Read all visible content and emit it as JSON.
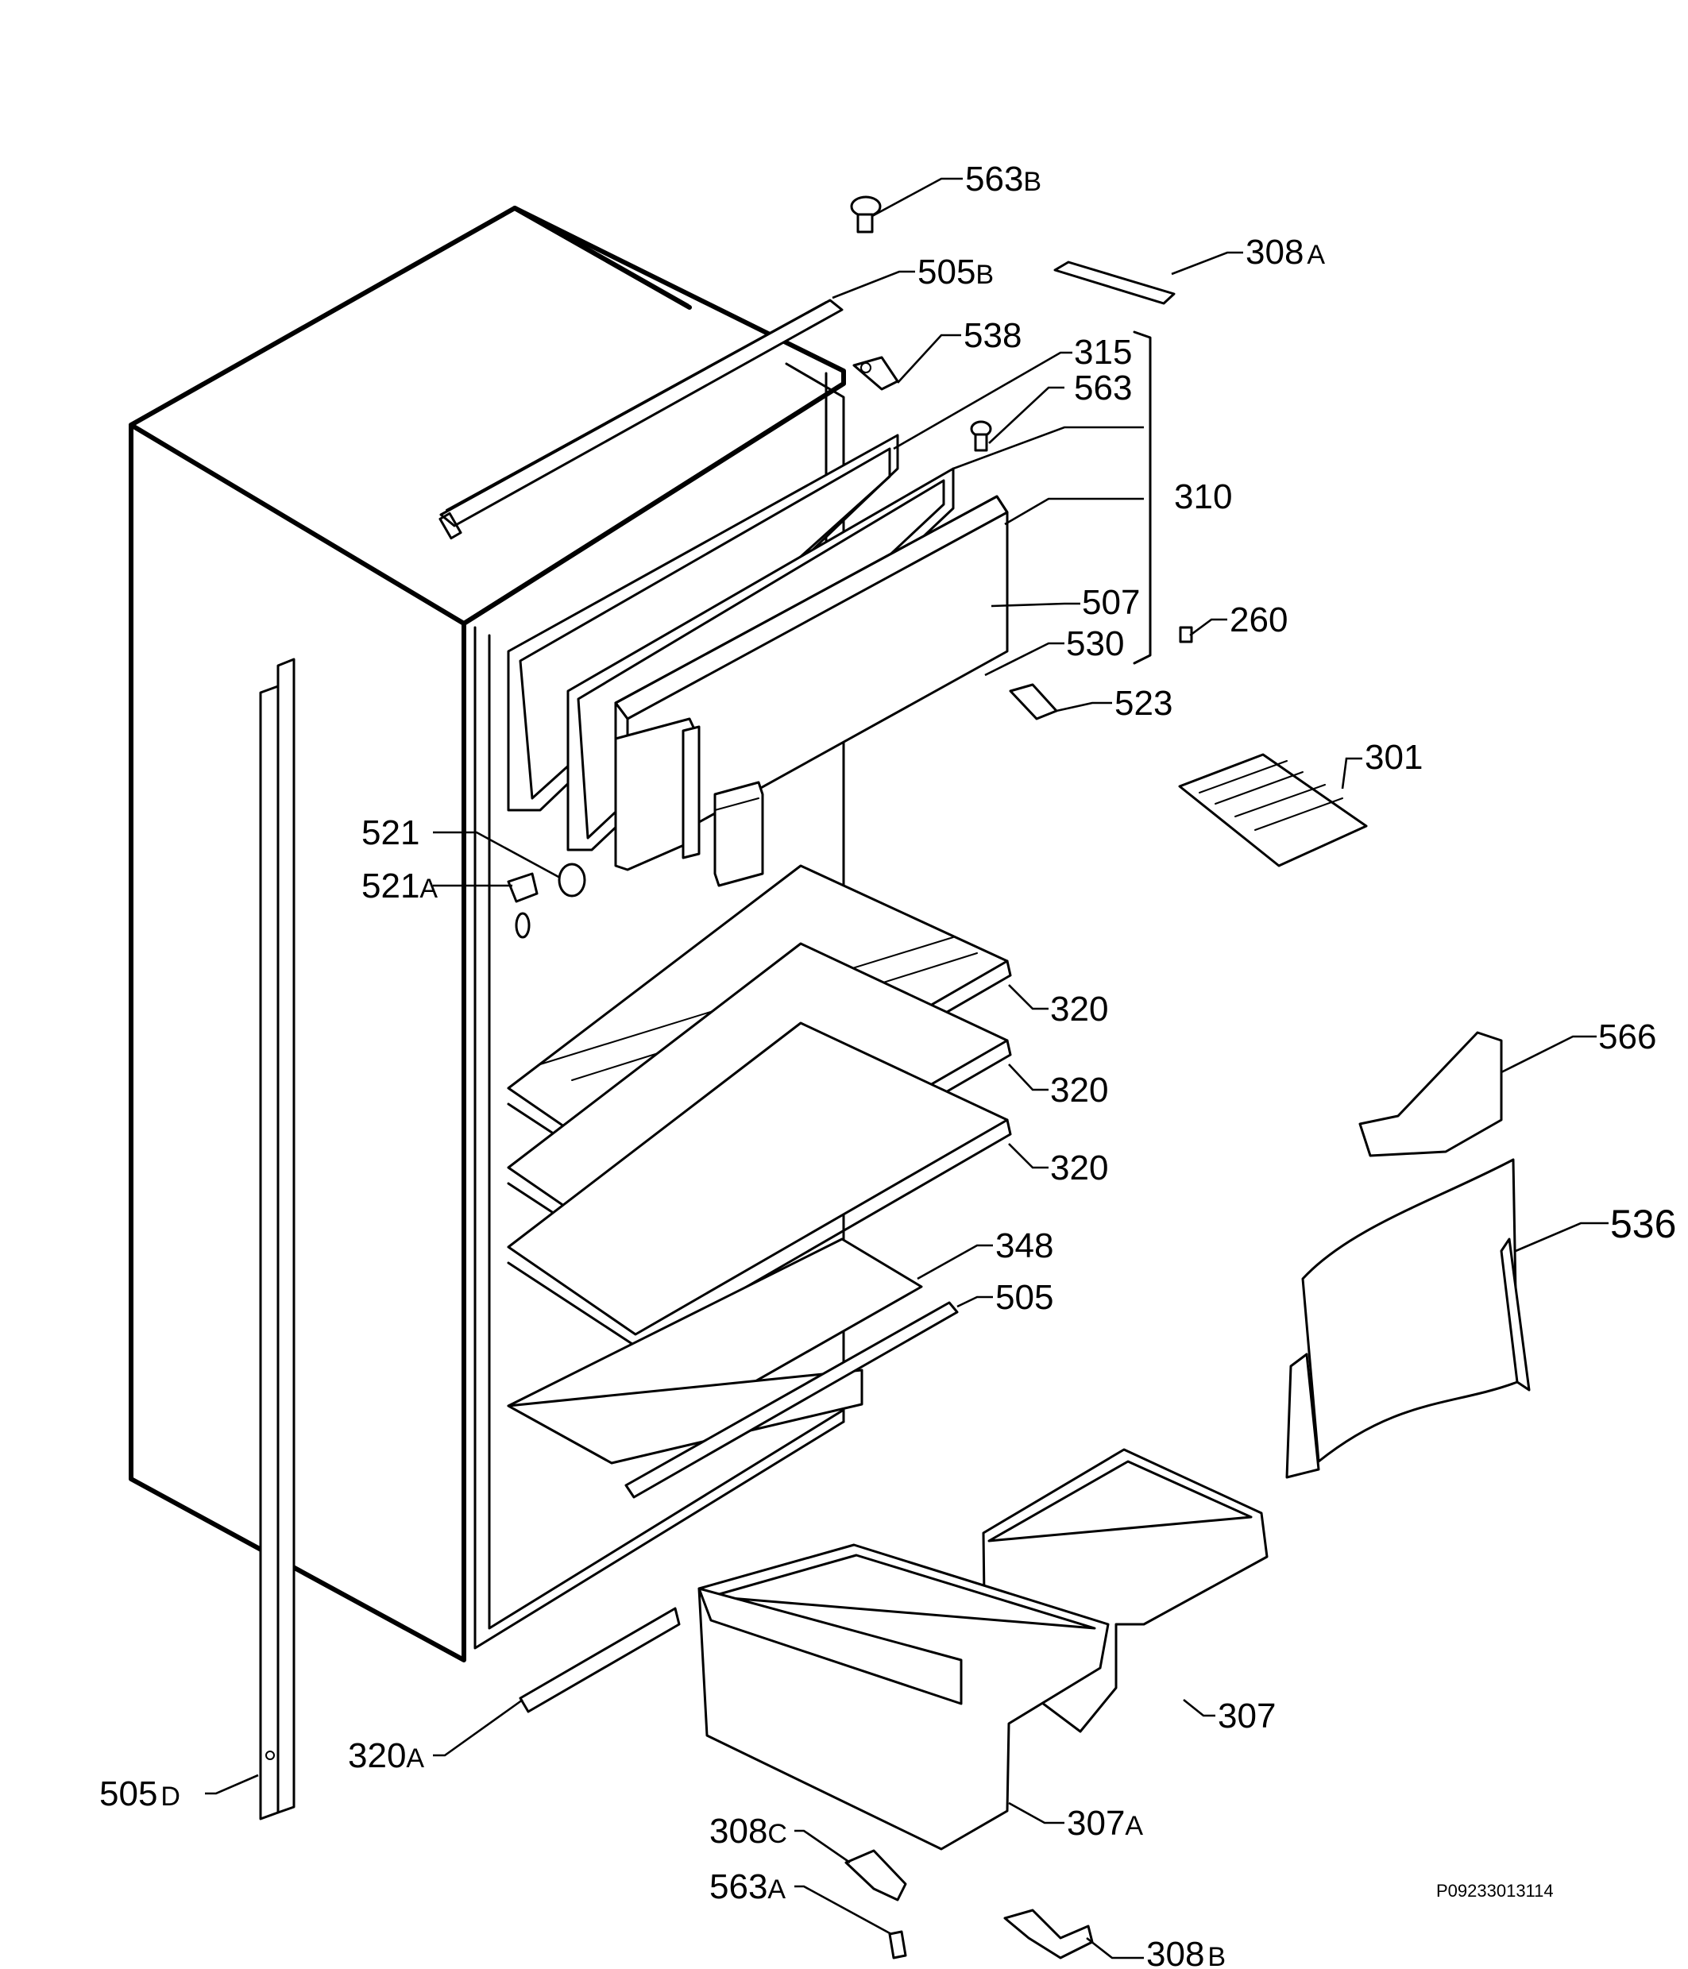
{
  "drawing_code": "P09233013114",
  "callouts": [
    {
      "id": "563B",
      "num": "563",
      "suffix": "B"
    },
    {
      "id": "308A",
      "num": "308",
      "suffix": "A"
    },
    {
      "id": "505B",
      "num": "505",
      "suffix": "B"
    },
    {
      "id": "538",
      "num": "538",
      "suffix": ""
    },
    {
      "id": "315",
      "num": "315",
      "suffix": ""
    },
    {
      "id": "563",
      "num": "563",
      "suffix": ""
    },
    {
      "id": "310",
      "num": "310",
      "suffix": ""
    },
    {
      "id": "507",
      "num": "507",
      "suffix": ""
    },
    {
      "id": "530",
      "num": "530",
      "suffix": ""
    },
    {
      "id": "260",
      "num": "260",
      "suffix": ""
    },
    {
      "id": "523",
      "num": "523",
      "suffix": ""
    },
    {
      "id": "301",
      "num": "301",
      "suffix": ""
    },
    {
      "id": "521",
      "num": "521",
      "suffix": ""
    },
    {
      "id": "521A",
      "num": "521",
      "suffix": "A"
    },
    {
      "id": "320-1",
      "num": "320",
      "suffix": ""
    },
    {
      "id": "320-2",
      "num": "320",
      "suffix": ""
    },
    {
      "id": "320-3",
      "num": "320",
      "suffix": ""
    },
    {
      "id": "566",
      "num": "566",
      "suffix": ""
    },
    {
      "id": "536",
      "num": "536",
      "suffix": ""
    },
    {
      "id": "348",
      "num": "348",
      "suffix": ""
    },
    {
      "id": "505",
      "num": "505",
      "suffix": ""
    },
    {
      "id": "307",
      "num": "307",
      "suffix": ""
    },
    {
      "id": "320A",
      "num": "320",
      "suffix": "A"
    },
    {
      "id": "505D",
      "num": "505",
      "suffix": "D"
    },
    {
      "id": "307A",
      "num": "307",
      "suffix": "A"
    },
    {
      "id": "308C",
      "num": "308",
      "suffix": "C"
    },
    {
      "id": "563A",
      "num": "563",
      "suffix": "A"
    },
    {
      "id": "308B",
      "num": "308",
      "suffix": "B"
    }
  ]
}
